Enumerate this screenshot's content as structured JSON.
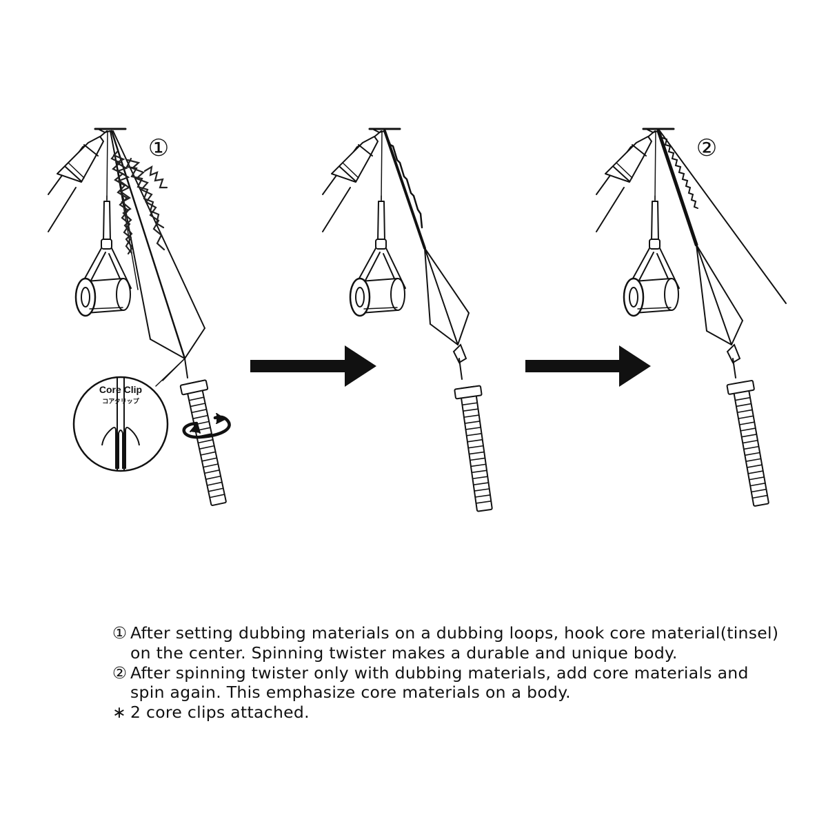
{
  "figure": {
    "panels": [
      {
        "id": "panel-1",
        "step_label": "①"
      },
      {
        "id": "panel-2",
        "step_label": ""
      },
      {
        "id": "panel-3",
        "step_label": "②"
      }
    ],
    "callout": {
      "title": "Core Clip",
      "subtitle": "コアクリップ"
    }
  },
  "captions": [
    {
      "mark": "①",
      "text": "After setting dubbing materials on a dubbing loops, hook core material(tinsel) on the center. Spinning twister makes a durable and unique body."
    },
    {
      "mark": "②",
      "text": "After spinning twister only with dubbing materials, add core materials and spin again. This emphasize core materials on a body."
    },
    {
      "mark": "∗",
      "text": "2 core clips attached."
    }
  ]
}
